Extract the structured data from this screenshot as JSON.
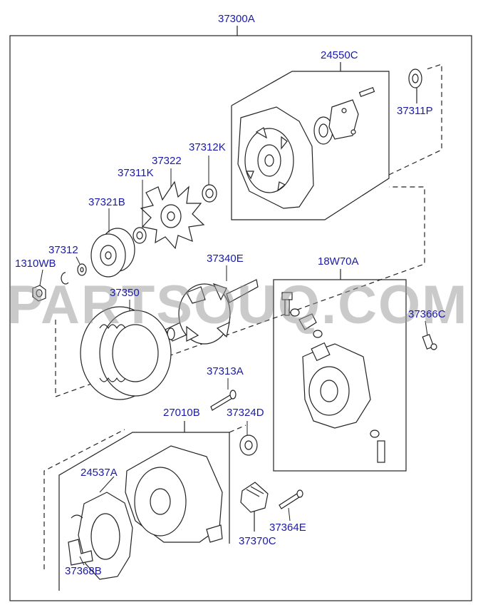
{
  "watermark": "PARTSOUQ.COM",
  "colors": {
    "label": "#1a1aa6",
    "line": "#222222",
    "watermark": "#9a9a9a"
  },
  "labels": {
    "p37300A": "37300A",
    "p24550C": "24550C",
    "p37311P": "37311P",
    "p37312K": "37312K",
    "p37322": "37322",
    "p37311K": "37311K",
    "p37321B": "37321B",
    "p37312": "37312",
    "p1310WB": "1310WB",
    "p37340E": "37340E",
    "p18W70A": "18W70A",
    "p37350": "37350",
    "p37366C": "37366C",
    "p37313A": "37313A",
    "p27010B": "27010B",
    "p37324D": "37324D",
    "p24537A": "24537A",
    "p37364E": "37364E",
    "p37370C": "37370C",
    "p37368B": "37368B"
  }
}
